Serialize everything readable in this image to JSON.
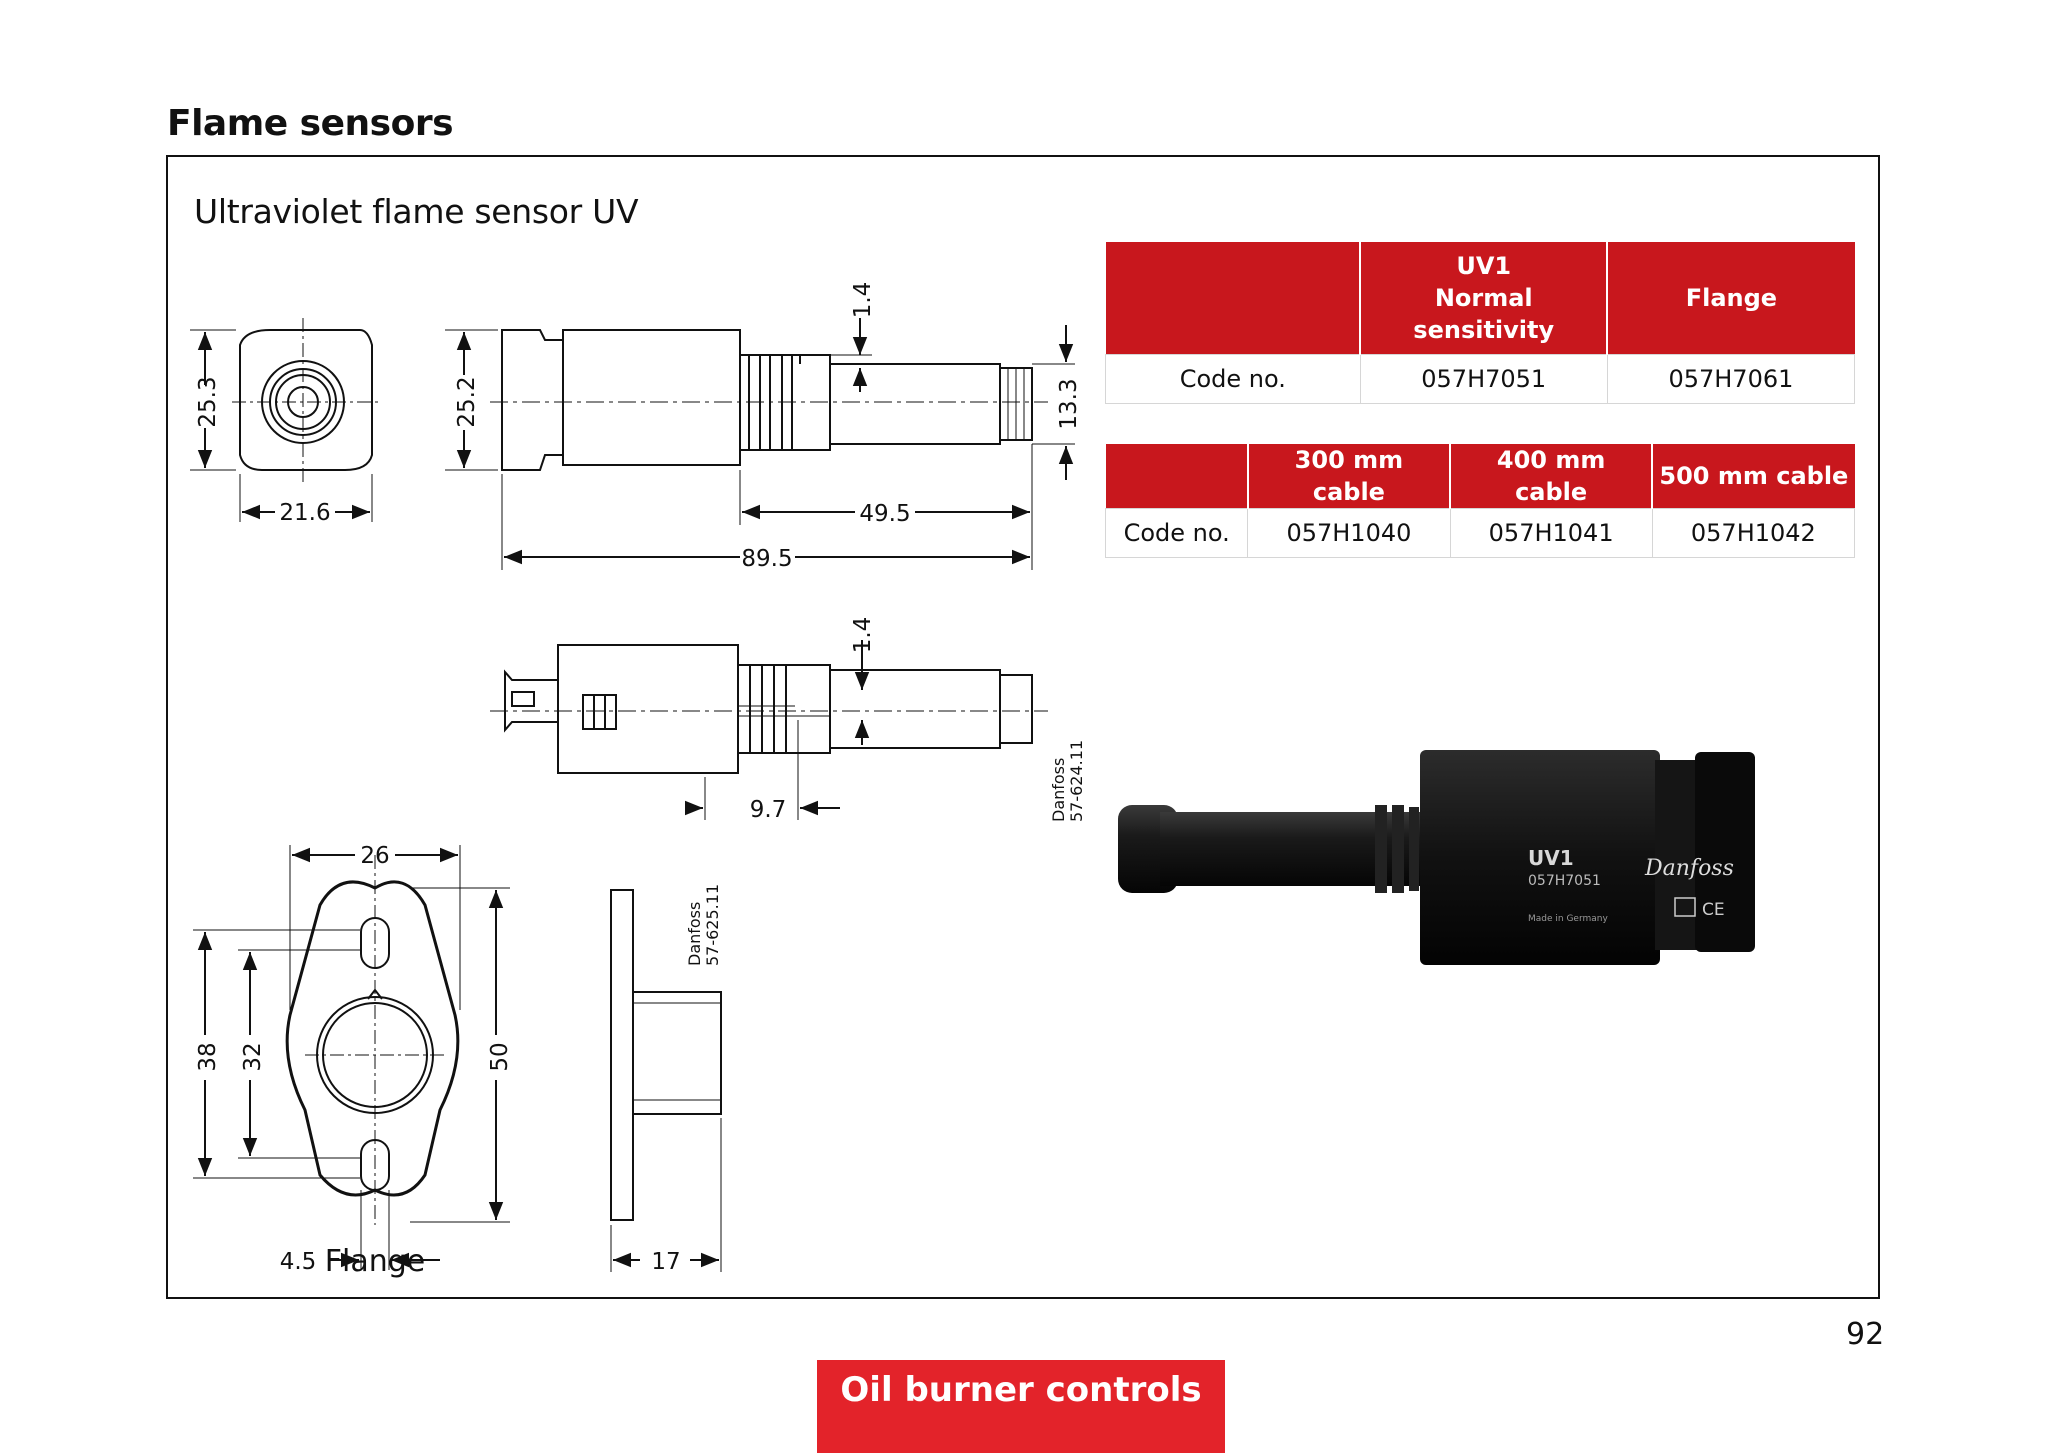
{
  "page": {
    "title": "Flame sensors",
    "page_number": "92",
    "footer_label": "Oil burner controls"
  },
  "product": {
    "subtitle": "Ultraviolet flame sensor UV",
    "photo_label_model": "UV1",
    "photo_label_code": "057H7051",
    "photo_label_made": "Made in Germany",
    "photo_logo": "Danfoss",
    "photo_mark": "CE"
  },
  "table1": {
    "headers": [
      "",
      "UV1 Normal sensitivity",
      "Flange"
    ],
    "header_lines": [
      [],
      [
        "UV1",
        "Normal",
        "sensitivity"
      ],
      [
        "Flange"
      ]
    ],
    "row": [
      "Code no.",
      "057H7051",
      "057H7061"
    ]
  },
  "table2": {
    "headers": [
      "",
      "300 mm cable",
      "400 mm cable",
      "500 mm cable"
    ],
    "row": [
      "Code no.",
      "057H1040",
      "057H1041",
      "057H1042"
    ]
  },
  "drawing": {
    "dims": {
      "d25_3": "25.3",
      "d21_6": "21.6",
      "d25_2": "25.2",
      "d1_4a": "1.4",
      "d13_3": "13.3",
      "d49_5": "49.5",
      "d89_5": "89.5",
      "d1_4b": "1.4",
      "d9_7": "9.7",
      "d26": "26",
      "d38": "38",
      "d32": "32",
      "d50": "50",
      "d4_5": "4.5",
      "d17": "17"
    },
    "ref1_brand": "Danfoss",
    "ref1_code": "57-624.11",
    "ref2_brand": "Danfoss",
    "ref2_code": "57-625.11",
    "flange_label": "Flange"
  }
}
